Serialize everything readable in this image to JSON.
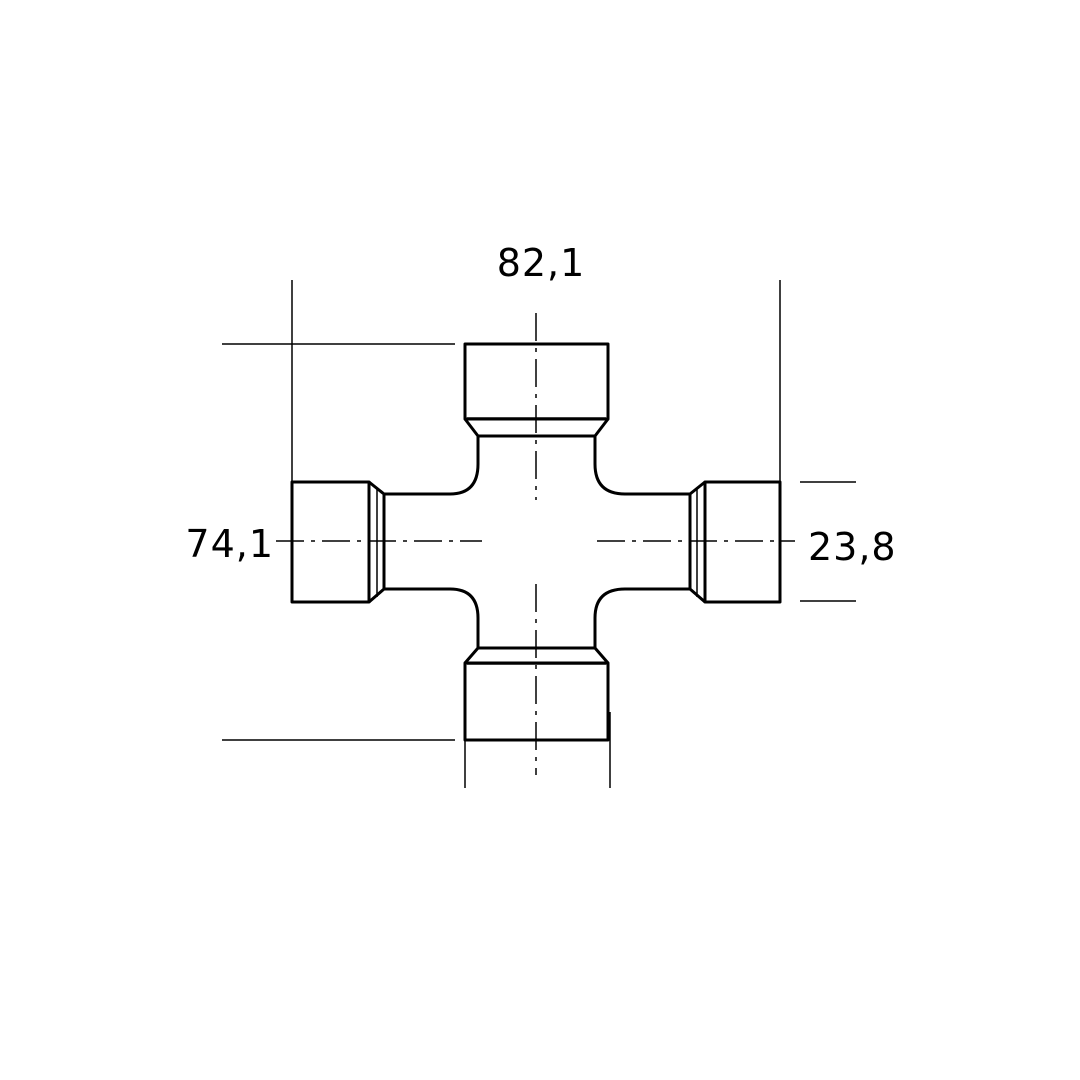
{
  "drawing": {
    "dimensions": {
      "overall_width": "82,1",
      "overall_height": "74,1",
      "cap_diameter": "23,8"
    },
    "colors": {
      "line": "#000000",
      "background": "#ffffff"
    }
  }
}
